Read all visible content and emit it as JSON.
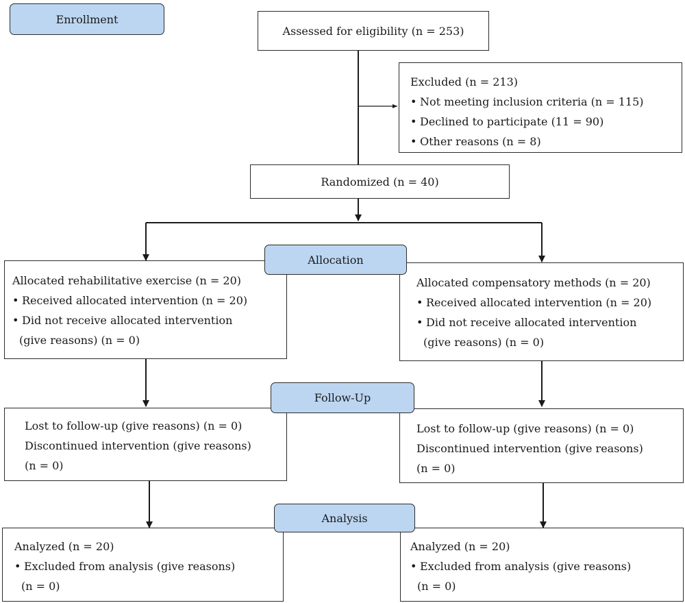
{
  "stages": {
    "enrollment": "Enrollment",
    "allocation": "Allocation",
    "follow_up": "Follow-Up",
    "analysis": "Analysis"
  },
  "assessed": "Assessed for eligibility (n = 253)",
  "excluded": {
    "title": "Excluded (n = 213)",
    "items": [
      "Not meeting inclusion criteria (n = 115)",
      "Declined to participate (11 = 90)",
      "Other reasons (n = 8)"
    ]
  },
  "randomized": "Randomized (n = 40)",
  "left_arm": {
    "allocation": {
      "title": "Allocated rehabilitative exercise (n = 20)",
      "items": [
        "Received allocated intervention (n = 20)",
        "Did not receive allocated intervention"
      ],
      "continuation": "(give reasons) (n = 0)"
    },
    "follow_up": {
      "lines": [
        "Lost to follow-up (give reasons) (n = 0)",
        "Discontinued intervention (give reasons)",
        "(n = 0)"
      ]
    },
    "analysis": {
      "title": "Analyzed (n = 20)",
      "items": [
        "Excluded from analysis (give reasons)"
      ],
      "continuation": "(n = 0)"
    }
  },
  "right_arm": {
    "allocation": {
      "title": "Allocated compensatory methods (n = 20)",
      "items": [
        "Received allocated intervention (n = 20)",
        "Did not receive allocated intervention"
      ],
      "continuation": "(give reasons) (n = 0)"
    },
    "follow_up": {
      "lines": [
        "Lost to follow-up (give reasons) (n = 0)",
        "Discontinued intervention (give reasons)",
        "(n = 0)"
      ]
    },
    "analysis": {
      "title": "Analyzed (n = 20)",
      "items": [
        "Excluded from analysis (give reasons)"
      ],
      "continuation": "(n = 0)"
    }
  },
  "colors": {
    "stage_fill": "#bcd6f2",
    "stroke": "#2a2a2a"
  }
}
